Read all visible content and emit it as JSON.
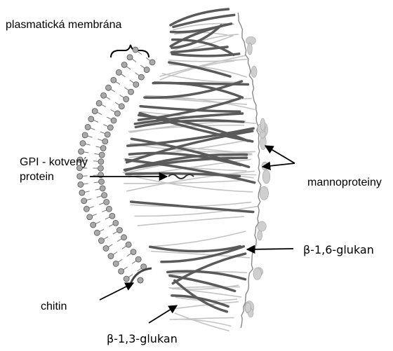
{
  "labels": {
    "plasma_membrane": "plasmatická membrána",
    "gpi_protein_line1": "GPI - kotvený",
    "gpi_protein_line2": "protein",
    "mannoproteins": "mannoproteiny",
    "beta16_glucan": "β-1,6-glukan",
    "chitin": "chitin",
    "beta13_glucan": "β-1,3-glukan"
  },
  "colors": {
    "outline": "#000000",
    "lipid_head": "#a9a9a9",
    "fiber_dark": "#5a5a5a",
    "fiber_light": "#c4c4c4",
    "manno_blob": "#cfcfcf"
  }
}
